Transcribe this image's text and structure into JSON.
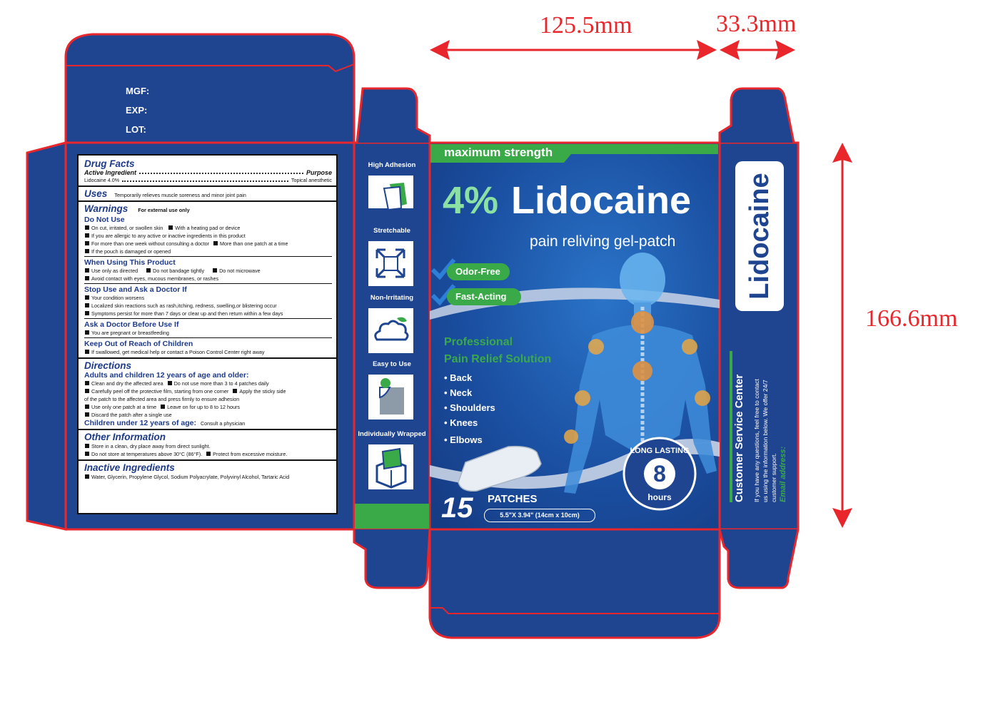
{
  "dimensions": {
    "width": "125.5mm",
    "depth": "33.3mm",
    "height": "166.6mm"
  },
  "top_flap": {
    "mgf_label": "MGF:",
    "exp_label": "EXP:",
    "lot_label": "LOT:"
  },
  "drug_facts": {
    "title": "Drug Facts",
    "active_ingredient_label": "Active Ingredient",
    "purpose_label": "Purpose",
    "active_ingredient": "Lidocaine 4.0%",
    "purpose": "Topical anesthetic",
    "uses_title": "Uses",
    "uses_text": "Temporarily relieves muscle soreness and minor joint pain",
    "warnings_title": "Warnings",
    "warnings_note": "For external use only",
    "do_not_use_title": "Do Not Use",
    "do_not_use_lines": [
      [
        "On cut, irritated, or swollen skin",
        "With a heating pad or device"
      ],
      [
        "If you are allergic to any active or inactive ingredients in this product"
      ],
      [
        "For more than one week without consulting a doctor",
        "More than one patch at a time"
      ],
      [
        "If the pouch is damaged or opened"
      ]
    ],
    "when_using_title": "When Using This Product",
    "when_using_lines": [
      [
        "Use only as directed",
        "Do not bandage tightly",
        "Do not microwave"
      ],
      [
        "Avoid contact with eyes, mucous membranes, or rashes"
      ]
    ],
    "stop_use_title": "Stop Use and Ask a Doctor If",
    "stop_use_lines": [
      "Your condition worsens",
      "Localized skin reactions such as rash,itching, redness, swelling,or blistering occur",
      "Symptoms persist for more than 7 days or clear up and then return within a few days"
    ],
    "ask_doctor_title": "Ask a Doctor Before Use If",
    "ask_doctor_text": "You are pregnant or breastfeeding",
    "keep_out_title": "Keep Out of Reach of Children",
    "keep_out_text": "If swallowed, get medical help or contact a Poison Control Center right away",
    "directions_title": "Directions",
    "adults_title": "Adults and children 12 years of age and older:",
    "adults_line1a": "Clean and dry the affected area",
    "adults_line1b": "Do not use more than 3 to 4 patches daily",
    "adults_line2a": "Carefully peel off the protective film, starting from one corner",
    "adults_line2b": "Apply the sticky side",
    "adults_line3": "of the patch to the affected area and press firmly to ensure adhesion",
    "adults_line4a": "Use only one patch at a time",
    "adults_line4b": "Leave on for up to 8 to 12 hours",
    "adults_line5": "Discard the patch after a single use",
    "children_title": "Children under 12 years of age:",
    "children_text": "Consult a physician",
    "other_title": "Other Information",
    "other_line1": "Store in a clean, dry place away from direct sunlight.",
    "other_line2a": "Do not store at temperatures above 30°C (86°F).",
    "other_line2b": "Protect from excessive moisture.",
    "inactive_title": "Inactive Ingredients",
    "inactive_text": "Water, Glycerin, Propylene Glycol, Sodium Polyacrylate, Polyvinyl Alcohol, Tartaric Acid"
  },
  "side_features": [
    {
      "label": "High Adhesion",
      "icon": "adhesion-patch-icon"
    },
    {
      "label": "Stretchable",
      "icon": "stretch-arrows-icon"
    },
    {
      "label": "Non-Irritating",
      "icon": "cloud-leaf-icon"
    },
    {
      "label": "Easy to Use",
      "icon": "peel-patch-icon"
    },
    {
      "label": "Individually Wrapped",
      "icon": "wrapped-box-icon"
    }
  ],
  "front": {
    "banner": "maximum strength",
    "percent": "4%",
    "brand": "Lidocaine",
    "subtitle": "pain reliving gel-patch",
    "badges": [
      "Odor-Free",
      "Fast-Acting"
    ],
    "pro_line1": "Professional",
    "pro_line2": "Pain Relief Solution",
    "areas": [
      "Back",
      "Neck",
      "Shoulders",
      "Knees",
      "Elbows"
    ],
    "count": "15",
    "count_label": "PATCHES",
    "size": "5.5\"X 3.94\" (14cm x 10cm)",
    "seal_top": "LONG LASTING",
    "seal_number": "8",
    "seal_bottom": "hours"
  },
  "right_side": {
    "brand": "Lidocaine",
    "service_title": "Customer Service Center",
    "service_line1": "If you have any questions, feel free to contact",
    "service_line2": "us using the information below. We offer 24/7",
    "service_line3": "customer support.",
    "email_label": "Email address:"
  },
  "colors": {
    "box_blue": "#1f4591",
    "cut_line": "#e8262b",
    "accent_green": "#3aaa48",
    "text_navy": "#1d3a8a"
  }
}
